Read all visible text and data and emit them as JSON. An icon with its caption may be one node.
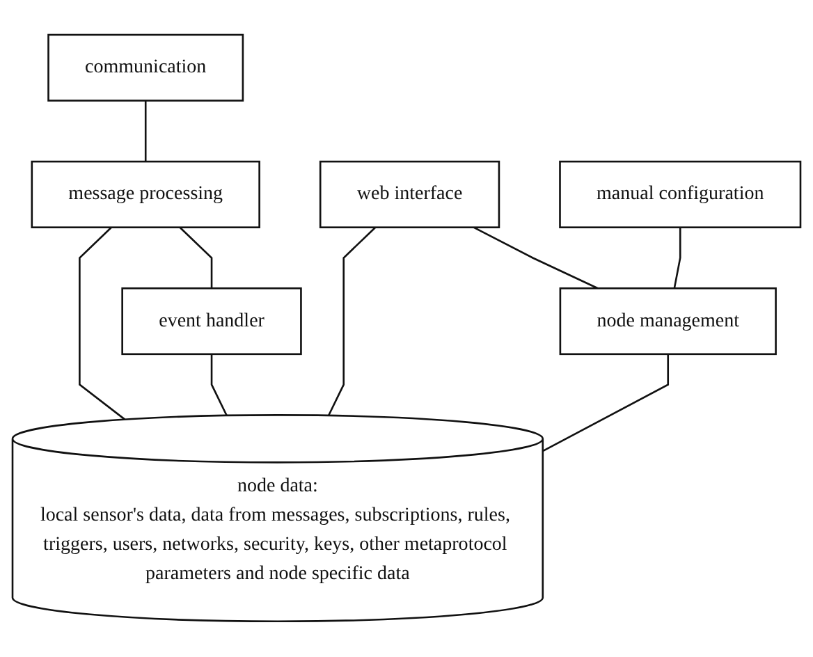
{
  "diagram": {
    "nodes": [
      {
        "text": [
          "communication"
        ]
      },
      {
        "text": [
          "web interface"
        ]
      },
      {
        "text": [
          "manual configuration"
        ]
      },
      {
        "text": [
          "message processing"
        ]
      },
      {
        "text": [
          "event handler"
        ]
      },
      {
        "text": [
          "node management"
        ]
      },
      {
        "text": [
          "node data:",
          "local sensor's data, data from messages, subscriptions, rules, triggers, users, networks, security, keys, other metaprotocol parameters and node specific data"
        ]
      }
    ],
    "edges": [
      {
        "from": 0,
        "to": 3,
        "arrow": "none"
      },
      {
        "from": 3,
        "to": 4,
        "arrow": "none"
      },
      {
        "from": 1,
        "to": 5,
        "arrow": "none"
      },
      {
        "from": 2,
        "to": 5,
        "arrow": "none"
      },
      {
        "from": 3,
        "to": 6,
        "arrow": "none"
      },
      {
        "from": 4,
        "to": 6,
        "arrow": "none"
      },
      {
        "from": 1,
        "to": 6,
        "arrow": "none"
      },
      {
        "from": 5,
        "to": 6,
        "arrow": "none"
      }
    ]
  }
}
